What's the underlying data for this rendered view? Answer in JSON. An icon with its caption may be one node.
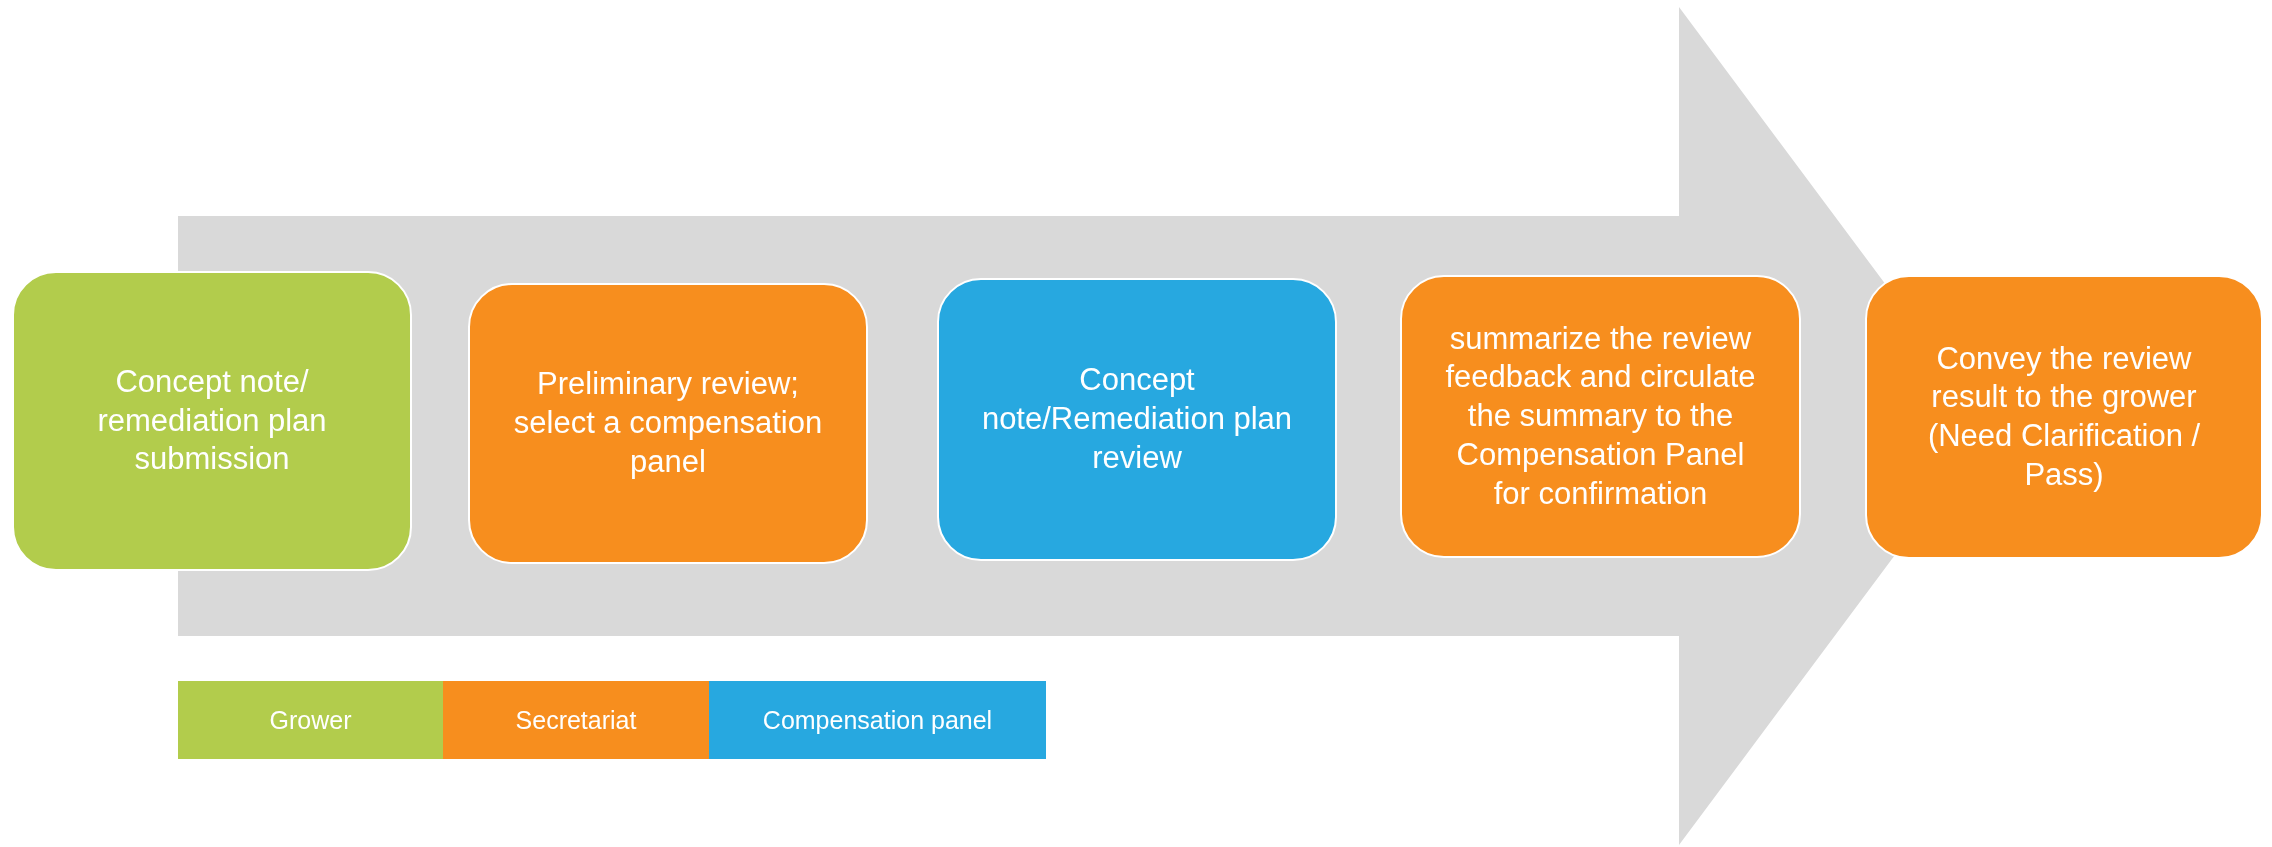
{
  "diagram": {
    "nodes": [
      {
        "text": [
          "Concept note/ remediation plan submission"
        ]
      },
      {
        "text": [
          "Preliminary review; select a compensation panel"
        ]
      },
      {
        "text": [
          "Concept note/Remediation plan review"
        ]
      },
      {
        "text": [
          "summarize the review feedback and circulate the summary to the Compensation Panel for confirmation"
        ]
      },
      {
        "text": [
          "Convey the review result to the grower (Need Clarification / Pass)"
        ]
      }
    ],
    "edges": [
      {
        "from": 0,
        "to": 4,
        "arrow": "to"
      }
    ],
    "legend": [
      {
        "text": "Grower",
        "color": "#b2cc4c"
      },
      {
        "text": "Secretariat",
        "color": "#f78e1e"
      },
      {
        "text": "Compensation panel",
        "color": "#27a8e0"
      }
    ]
  }
}
